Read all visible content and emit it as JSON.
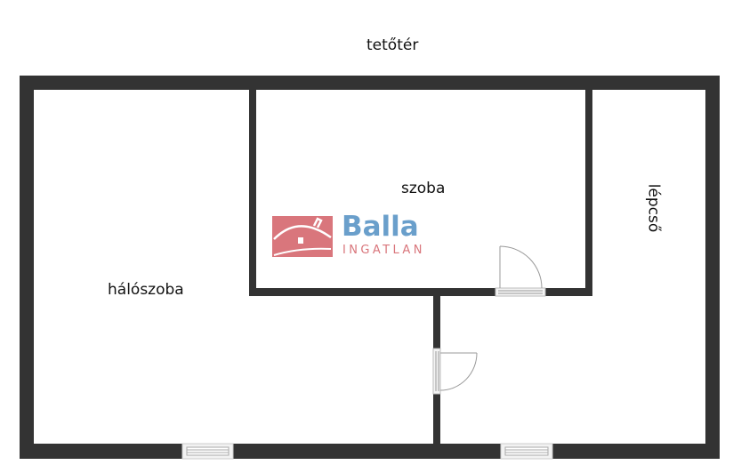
{
  "plan": {
    "title": "tetőtér",
    "rooms": [
      {
        "id": "szoba",
        "label": "szoba"
      },
      {
        "id": "haloszoba",
        "label": "hálószoba"
      },
      {
        "id": "lepcso",
        "label": "lépcső"
      }
    ],
    "wall_color": "#333333",
    "opening_color": "#bbbbbb"
  },
  "logo": {
    "name": "Balla",
    "subtitle": "INGATLAN",
    "icon": "house-roof-icon",
    "primary_color": "#6a9fcb",
    "accent_color": "#d9767c"
  }
}
